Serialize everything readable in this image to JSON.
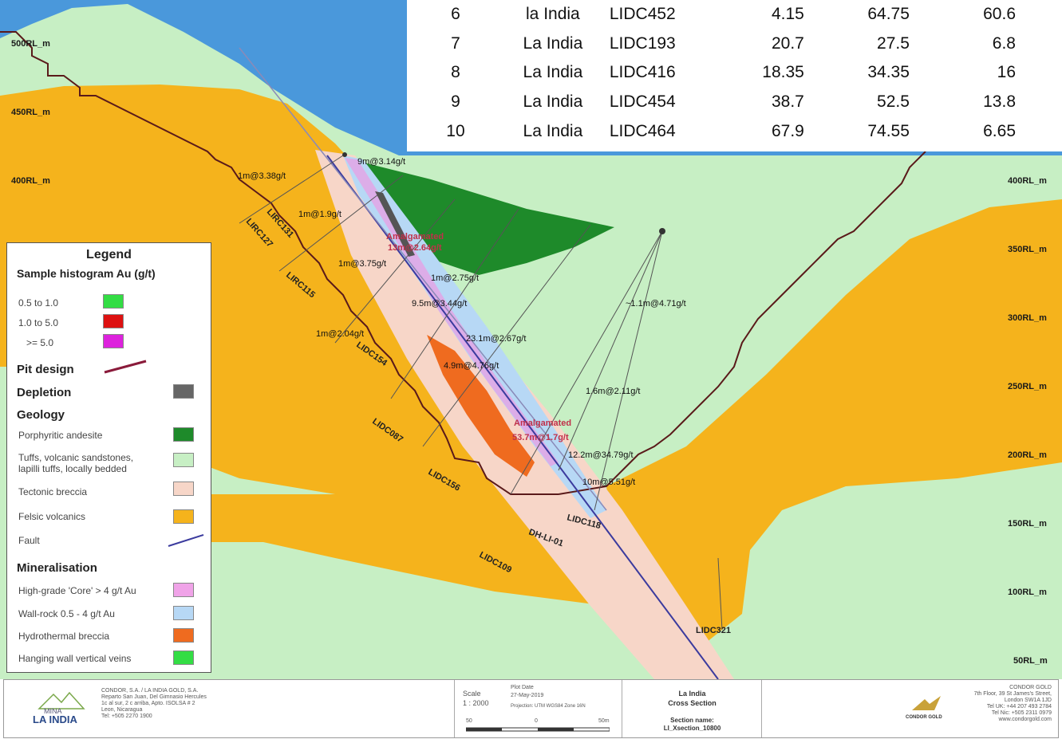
{
  "table": {
    "rows": [
      [
        "6",
        "la India",
        "LIDC452",
        "4.15",
        "64.75",
        "60.6"
      ],
      [
        "7",
        "La India",
        "LIDC193",
        "20.7",
        "27.5",
        "6.8"
      ],
      [
        "8",
        "La India",
        "LIDC416",
        "18.35",
        "34.35",
        "16"
      ],
      [
        "9",
        "La India",
        "LIDC454",
        "38.7",
        "52.5",
        "13.8"
      ],
      [
        "10",
        "La India",
        "LIDC464",
        "67.9",
        "74.55",
        "6.65"
      ]
    ]
  },
  "rl_left": [
    "500RL_m",
    "450RL_m",
    "400RL_m"
  ],
  "rl_right": [
    "400RL_m",
    "350RL_m",
    "300RL_m",
    "250RL_m",
    "200RL_m",
    "150RL_m",
    "100RL_m",
    "50RL_m"
  ],
  "holes": {
    "lirc131": "LIRC131",
    "lirc127": "LIRC127",
    "lirc115": "LIRC115",
    "lidc154": "LIDC154",
    "lidc087": "LIDC087",
    "lidc156": "LIDC156",
    "dhli01": "DH-LI-01",
    "lidc109": "LIDC109",
    "lidc118": "LIDC118",
    "lidc321": "LIDC321"
  },
  "intercepts": {
    "i9m": "9m@3.14g/t",
    "i1m338": "1m@3.38g/t",
    "i1m19": "1m@1.9g/t",
    "i1m375": "1m@3.75g/t",
    "i1m275": "1m@2.75g/t",
    "i95m": "9.5m@3.44g/t",
    "i1m204": "1m@2.04g/t",
    "i231m": "23.1m@2.67g/t",
    "i49m": "4.9m@4.76g/t",
    "i11m": "~1.1m@4.71g/t",
    "i16m": "1.6m@2.11g/t",
    "i122m": "12.2m@34.79g/t",
    "i10m": "10m@5.51g/t"
  },
  "amalgamated": [
    {
      "line1": "Amalgamated",
      "line2": "13m@2.64g/t"
    },
    {
      "line1": "Amalgamated",
      "line2": "53.7m@1.7g/t"
    }
  ],
  "legend": {
    "title": "Legend",
    "histogram_title": "Sample histogram Au (g/t)",
    "histogram": [
      {
        "label": "0.5 to 1.0",
        "color": "#33dd44"
      },
      {
        "label": "1.0 to 5.0",
        "color": "#dd1111"
      },
      {
        "label": ">= 5.0",
        "color": "#dd22dd"
      }
    ],
    "pit_design": "Pit design",
    "depletion": "Depletion",
    "geology": "Geology",
    "geology_items": [
      {
        "label": "Porphyritic andesite",
        "color": "#1e8a2a"
      },
      {
        "label": "Tuffs, volcanic sandstones,",
        "label2": "lapilli tuffs, locally bedded",
        "color": "#c7efc4"
      },
      {
        "label": "Tectonic breccia",
        "color": "#f7d6c8"
      },
      {
        "label": "Felsic volcanics",
        "color": "#f5b31c"
      },
      {
        "label": "Fault",
        "color": "#3b3b9e"
      }
    ],
    "mineralisation": "Mineralisation",
    "mineral_items": [
      {
        "label": "High-grade 'Core' > 4 g/t Au",
        "color": "#f0a3e8"
      },
      {
        "label": "Wall-rock 0.5 - 4 g/t Au",
        "color": "#b7d8f5"
      },
      {
        "label": "Hydrothermal breccia",
        "color": "#ef6b1f"
      },
      {
        "label": "Hanging wall vertical veins",
        "color": "#33dd44"
      }
    ]
  },
  "footer": {
    "logo_line1": "MINA",
    "logo_line2": "LA INDIA",
    "company_lines": [
      "CONDOR, S.A. / LA INDIA GOLD, S.A.",
      "Reparto San Juan, Del Gimnasio Hercules",
      "1c al sur, 2 c arriba, Apto. ISOLSA # 2",
      "Leon, Nicaragua",
      "Tel: +505 2270 1900"
    ],
    "scale_label": "Scale",
    "scale_value": "1 : 2000",
    "plot_date_label": "Plot Date",
    "plot_date": "27-May-2019",
    "projection": "Projection: UTM WGS84 Zone 16N",
    "scale_ticks": [
      "50",
      "0",
      "50m"
    ],
    "section_title1": "La India",
    "section_title2": "Cross Section",
    "section_name_label": "Section name:",
    "section_name": "LI_Xsection_10800",
    "condor_logo": "CONDOR GOLD",
    "address_lines": [
      "CONDOR GOLD",
      "7th Floor, 39 St James's Street,",
      "London SW1A 1JD",
      "Tel UK: +44 207 493 2784",
      "Tel Nic: +505 2311 0979",
      "www.condorgold.com"
    ]
  }
}
